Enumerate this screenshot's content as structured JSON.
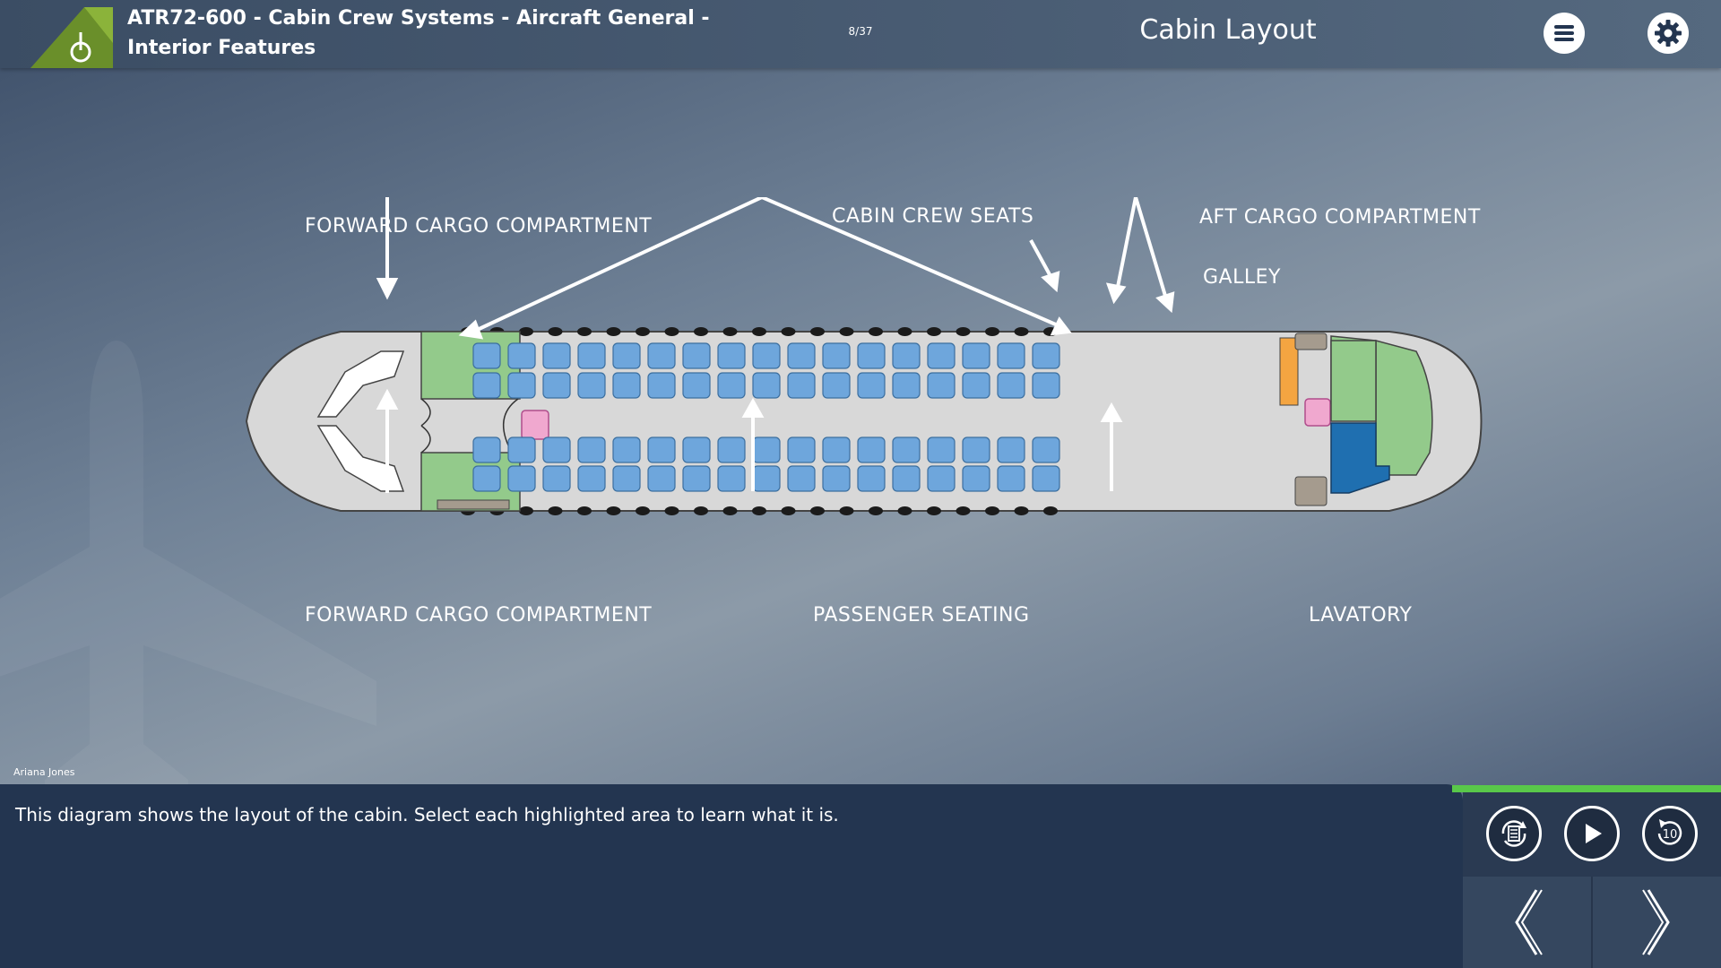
{
  "header": {
    "course_title": "ATR72-600 - Cabin Crew Systems - Aircraft General - Interior Features",
    "page_counter": "8/37",
    "screen_title": "Cabin Layout",
    "menu_icon": "menu-icon",
    "settings_icon": "gear-icon"
  },
  "diagram": {
    "labels": {
      "forward_cargo_top": "FORWARD CARGO COMPARTMENT",
      "cabin_crew_seats": "CABIN CREW SEATS",
      "aft_cargo": "AFT CARGO COMPARTMENT",
      "galley": "GALLEY",
      "forward_cargo_bottom": "FORWARD CARGO COMPARTMENT",
      "passenger_seating": "PASSENGER SEATING",
      "lavatory": "LAVATORY"
    },
    "colors": {
      "cargo": "#93ca8b",
      "galley": "#f4a541",
      "crew_seat": "#f0a8cf",
      "passenger_seat": "#6ea6dc",
      "lavatory": "#1f6fb0",
      "fuselage": "#d8d8d8"
    }
  },
  "author": "Ariana Jones",
  "narration": "This diagram shows the layout of the cabin. Select each highlighted area to learn what it is.",
  "progress": {
    "percent": 100,
    "color": "#59c84a"
  },
  "controls": {
    "transcript_icon": "transcript-icon",
    "play_icon": "play-icon",
    "replay_icon": "replay-10-icon",
    "replay_label": "10",
    "prev_icon": "chevron-left-icon",
    "next_icon": "chevron-right-icon"
  }
}
